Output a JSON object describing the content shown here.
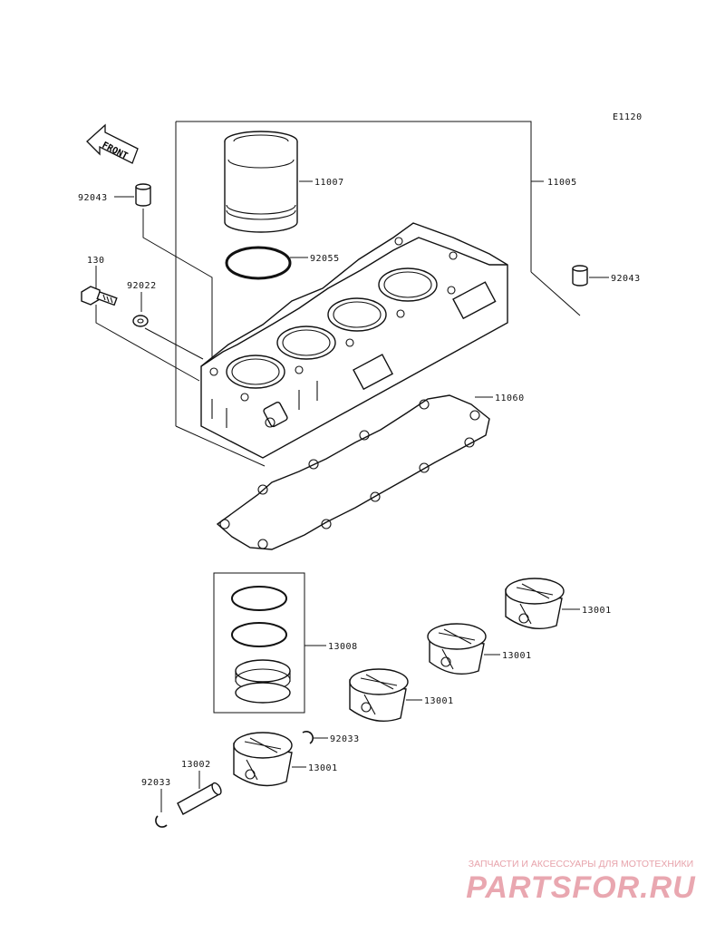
{
  "diagram_code": "E1120",
  "front_label": "FRONT",
  "callouts": {
    "c11007": "11007",
    "c11005": "11005",
    "c92043_left": "92043",
    "c92043_right": "92043",
    "c92055": "92055",
    "c130": "130",
    "c92022": "92022",
    "c11060": "11060",
    "c13008": "13008",
    "c13001_a": "13001",
    "c13001_b": "13001",
    "c13001_c": "13001",
    "c13001_d": "13001",
    "c92033_right": "92033",
    "c13002": "13002",
    "c92033_left": "92033"
  },
  "watermark": {
    "tagline": "ЗАПЧАСТИ И АКСЕССУАРЫ ДЛЯ МОТОТЕХНИКИ",
    "logo": "PARTSFOR.RU",
    "color": "#e9a7b0"
  }
}
